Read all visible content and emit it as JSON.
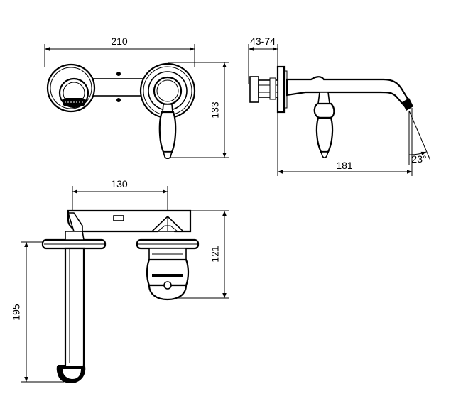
{
  "dimensions": {
    "front_width": "210",
    "front_height": "133",
    "side_depth": "43-74",
    "side_length": "181",
    "spout_angle": "23°",
    "top_width": "130",
    "top_height": "121",
    "spout_drop": "195"
  }
}
